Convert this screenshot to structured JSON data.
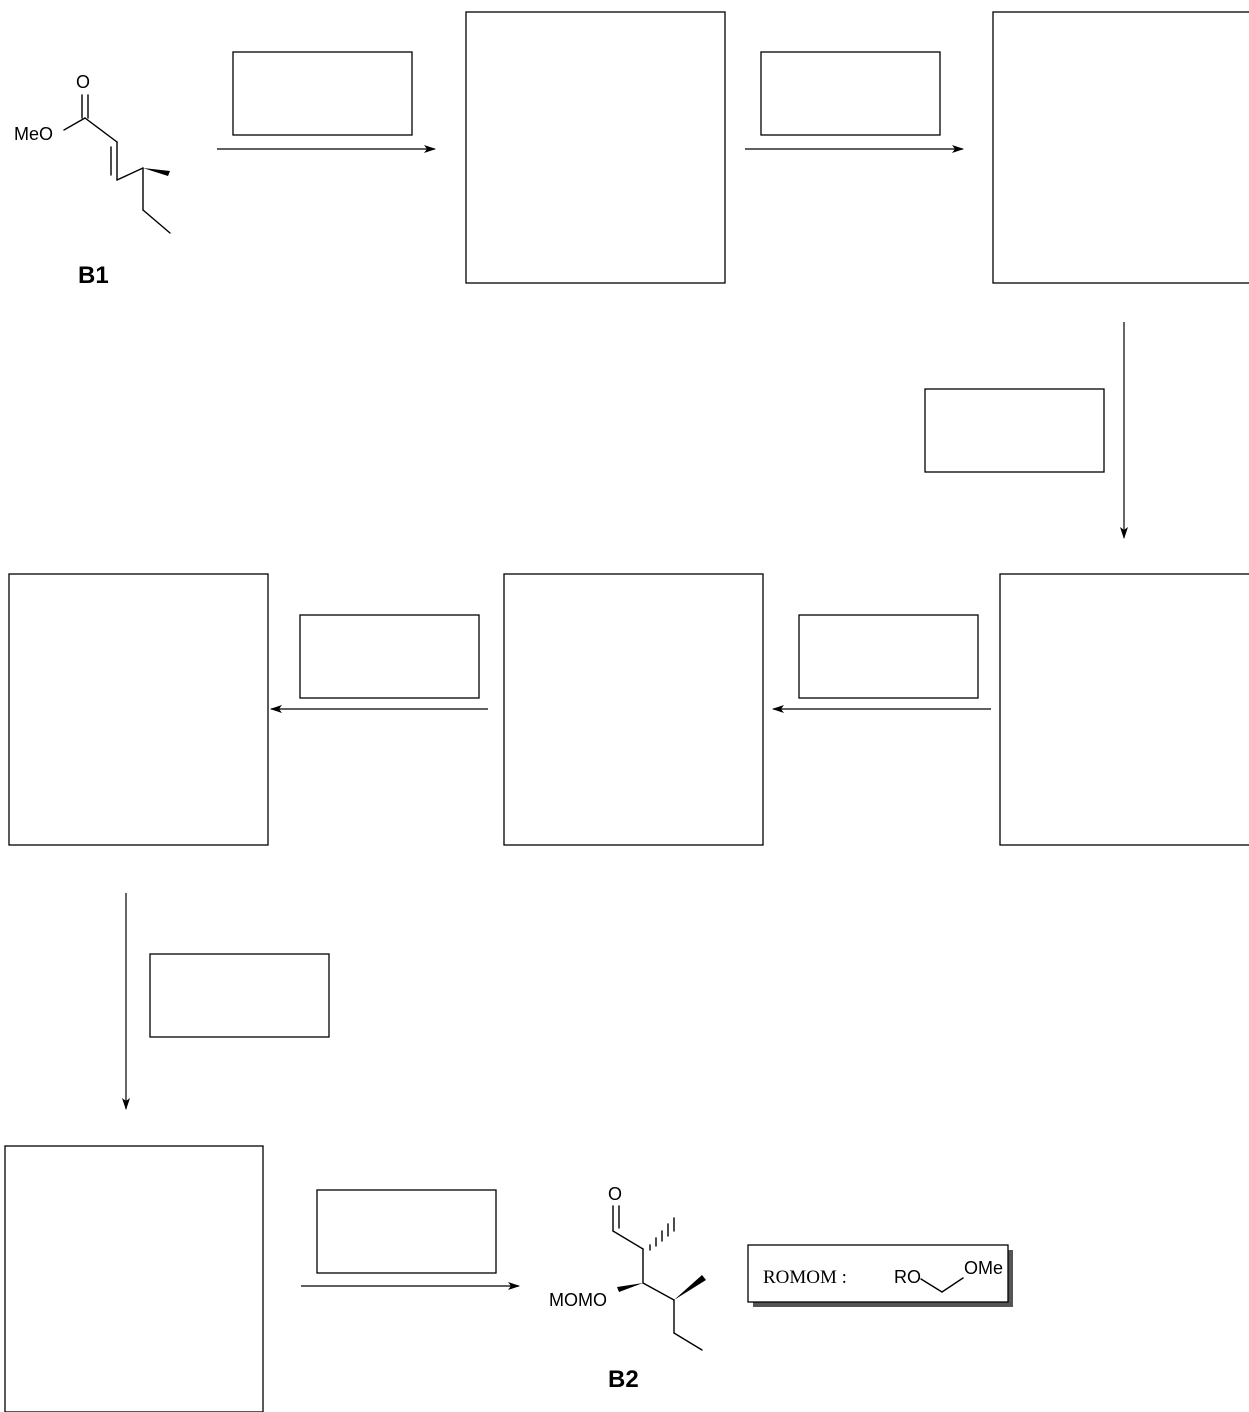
{
  "start_compound": {
    "label": "B1",
    "atoms": {
      "ester_o": "O",
      "methoxy": "MeO"
    }
  },
  "end_compound": {
    "label": "B2",
    "atoms": {
      "aldehyde_o": "O",
      "momo": "MOMO"
    }
  },
  "legend": {
    "prefix": "ROMOM :",
    "ro": "RO",
    "ome": "OMe"
  },
  "answer_boxes": {
    "structures": [
      "",
      "",
      "",
      "",
      "",
      ""
    ],
    "reagents": [
      "",
      "",
      "",
      "",
      "",
      "",
      ""
    ]
  },
  "colors": {
    "ink": "#000000",
    "background": "#ffffff",
    "shadow": "#555555"
  }
}
